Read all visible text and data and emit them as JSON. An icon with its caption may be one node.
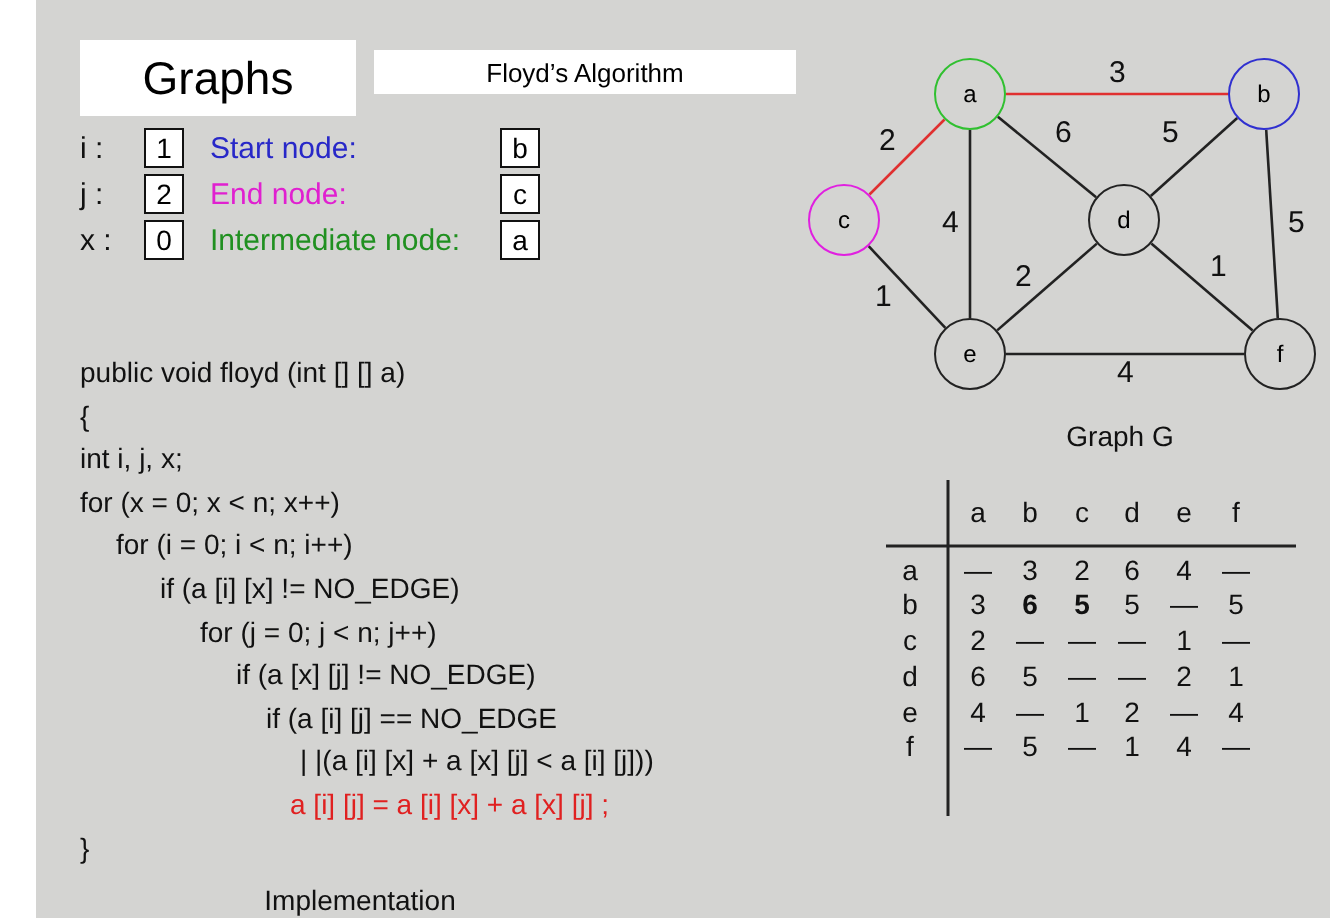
{
  "diagram": {
    "nodes": [
      {
        "text": [
          "Graphs"
        ]
      },
      {
        "text": [
          "Floyd’s Algorithm"
        ]
      },
      {
        "text": [
          "1"
        ]
      },
      {
        "text": [
          "b"
        ]
      },
      {
        "text": [
          "2"
        ]
      },
      {
        "text": [
          "c"
        ]
      },
      {
        "text": [
          "0"
        ]
      },
      {
        "text": [
          "a"
        ]
      },
      {
        "text": [
          "a"
        ]
      },
      {
        "text": [
          "b"
        ]
      },
      {
        "text": [
          "c"
        ]
      },
      {
        "text": [
          "d"
        ]
      },
      {
        "text": [
          "e"
        ]
      },
      {
        "text": [
          "f"
        ]
      }
    ],
    "edges": [
      {
        "from": 8,
        "to": 9,
        "arrow": "none",
        "label": "3",
        "color": "#e03030"
      },
      {
        "from": 10,
        "to": 8,
        "arrow": "none",
        "label": "2",
        "color": "#e03030"
      },
      {
        "from": 8,
        "to": 11,
        "arrow": "none",
        "label": "6"
      },
      {
        "from": 9,
        "to": 11,
        "arrow": "none",
        "label": "5"
      },
      {
        "from": 9,
        "to": 13,
        "arrow": "none",
        "label": "5"
      },
      {
        "from": 8,
        "to": 12,
        "arrow": "none",
        "label": "4"
      },
      {
        "from": 12,
        "to": 11,
        "arrow": "none",
        "label": "2"
      },
      {
        "from": 11,
        "to": 13,
        "arrow": "none",
        "label": "1"
      },
      {
        "from": 10,
        "to": 12,
        "arrow": "none",
        "label": "1"
      },
      {
        "from": 12,
        "to": 13,
        "arrow": "none",
        "label": "4"
      }
    ],
    "labels": [
      "i :",
      "Start node:",
      "j :",
      "End node:",
      "x :",
      "Intermediate node:",
      "public void floyd (int [] [] a)",
      "{",
      "int i, j, x;",
      "for (x = 0; x < n; x++)",
      "for (i = 0; i < n; i++)",
      "if (a [i] [x] != NO_EDGE)",
      "for (j = 0; j < n; j++)",
      "if (a [x] [j] != NO_EDGE)",
      "if (a [i] [j] == NO_EDGE",
      "| |(a [i] [x] + a [x] [j] < a [i] [j]))",
      "a [i] [j] = a [i] [x] + a [x] [j] ;",
      "}",
      "Implementation",
      "Graph G",
      "a",
      "b",
      "c",
      "d",
      "e",
      "f",
      "a",
      "—",
      "3",
      "2",
      "6",
      "4",
      "—",
      "b",
      "3",
      "**6**",
      "**5**",
      "5",
      "—",
      "5",
      "c",
      "2",
      "—",
      "—",
      "—",
      "1",
      "—",
      "d",
      "6",
      "5",
      "—",
      "—",
      "2",
      "1",
      "e",
      "4",
      "—",
      "1",
      "2",
      "—",
      "4",
      "f",
      "—",
      "5",
      "—",
      "1",
      "4",
      "—"
    ]
  }
}
